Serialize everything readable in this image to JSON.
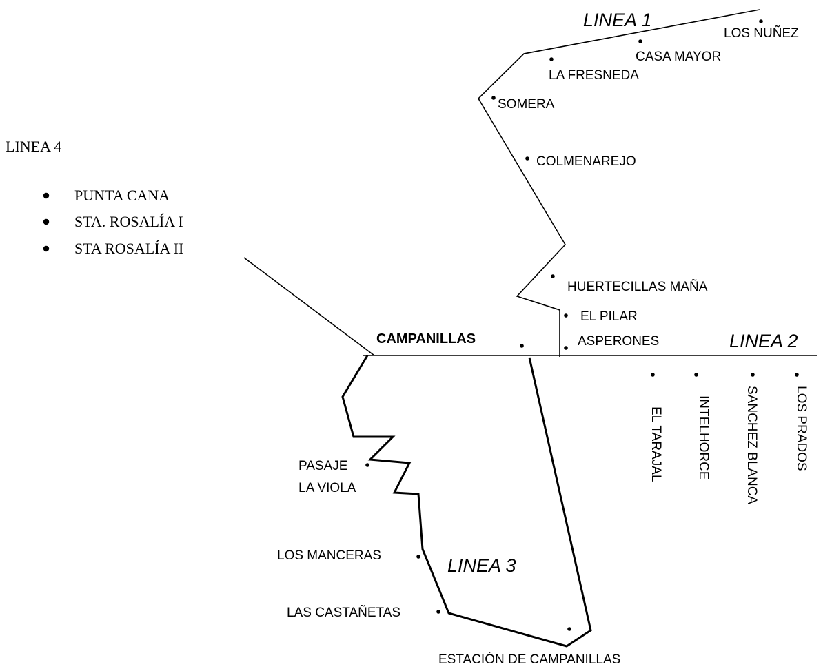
{
  "lines": {
    "linea1": "LINEA 1",
    "linea2": "LINEA 2",
    "linea3": "LINEA 3",
    "linea4": "LINEA 4"
  },
  "hub": "CAMPANILLAS",
  "linea1_stops": {
    "los_nunez": "LOS NUÑEZ",
    "casa_mayor": "CASA MAYOR",
    "la_fresneda": "LA FRESNEDA",
    "somera": "SOMERA",
    "colmenarejo": "COLMENAREJO",
    "huertecillas": "HUERTECILLAS MAÑA",
    "el_pilar": "EL PILAR",
    "asperones": "ASPERONES"
  },
  "linea2_stops": {
    "el_tarajal": "EL TARAJAL",
    "intelhorce": "INTELHORCE",
    "sanchez_blanca": "SANCHEZ BLANCA",
    "los_prados": "LOS PRADOS"
  },
  "linea3_stops": {
    "pasaje_1": "PASAJE",
    "pasaje_2": "LA VIOLA",
    "los_manceras": "LOS MANCERAS",
    "las_castanetas": "LAS CASTAÑETAS",
    "estacion": "ESTACIÓN DE CAMPANILLAS"
  },
  "linea4_list": [
    "PUNTA CANA",
    "STA. ROSALÍA I",
    "STA ROSALÍA II"
  ]
}
